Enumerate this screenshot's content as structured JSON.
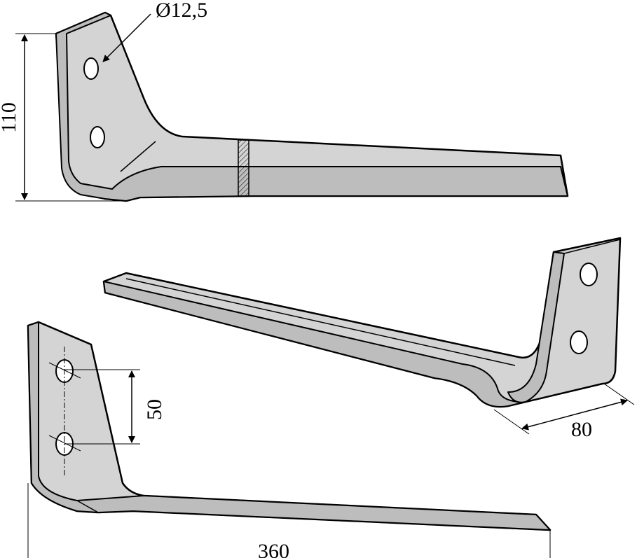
{
  "dimensions": {
    "hole_diameter": "Ø12,5",
    "height": "110",
    "hole_spacing": "50",
    "width": "80",
    "length": "360"
  },
  "colors": {
    "fill": "#d4d4d4",
    "shade": "#bdbdbd",
    "stroke": "#000000"
  }
}
